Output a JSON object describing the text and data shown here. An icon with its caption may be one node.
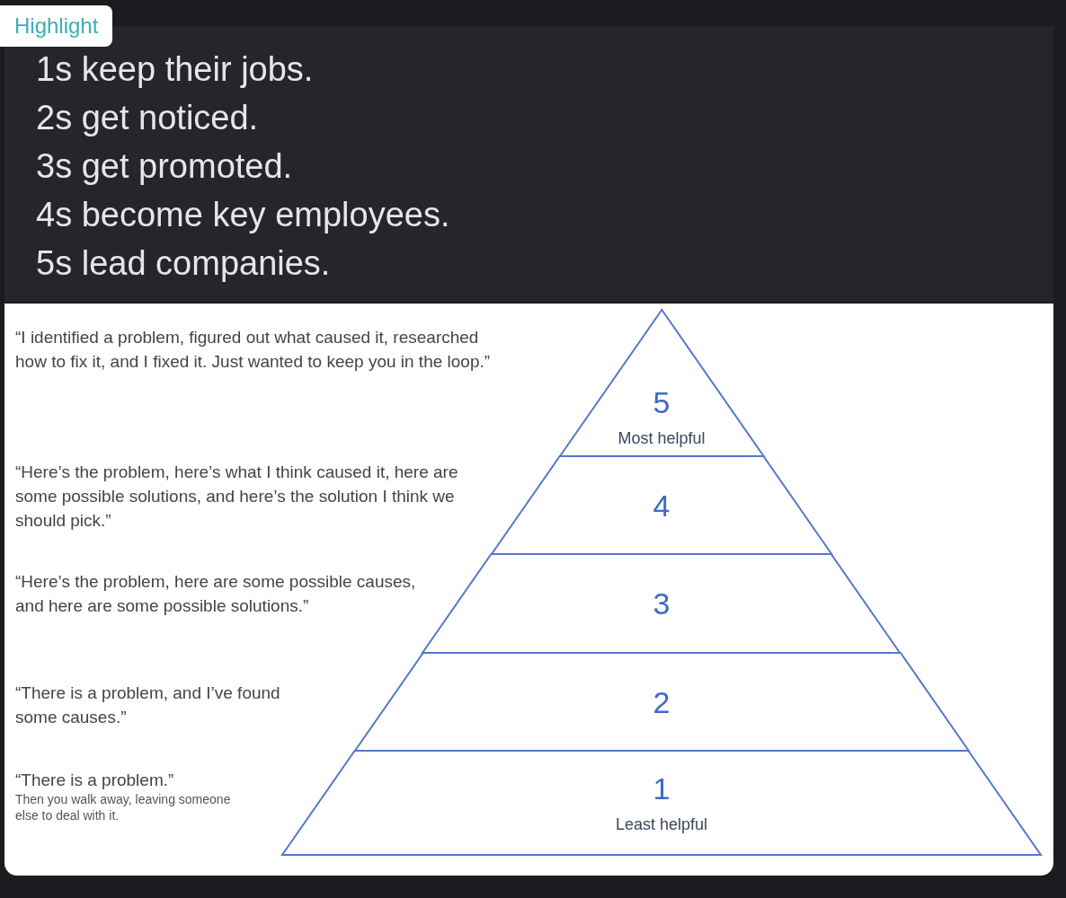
{
  "diagram": {
    "nodes": [
      {
        "text": [
          "5",
          "Most helpful"
        ]
      },
      {
        "text": [
          "4"
        ]
      },
      {
        "text": [
          "3"
        ]
      },
      {
        "text": [
          "2"
        ]
      },
      {
        "text": [
          "1",
          "Least helpful"
        ]
      }
    ],
    "labels": [
      "Highlight",
      "1s keep their jobs.",
      "2s get noticed.",
      "3s get promoted.",
      "4s become key employees.",
      "5s lead companies.",
      "“I identified a problem, figured out what caused it, researched how to fix it, and I fixed it. Just wanted to keep you in the loop.”",
      "“Here’s the problem, here’s what I think caused it, here are some possible solutions, and here’s the solution I think we should pick.”",
      "“Here’s the problem, here are some possible causes, and here are some possible solutions.”",
      "“There is a problem, and I’ve found some causes.”",
      "“There is a problem.”",
      "Then you walk away, leaving someone else to deal with it."
    ]
  }
}
